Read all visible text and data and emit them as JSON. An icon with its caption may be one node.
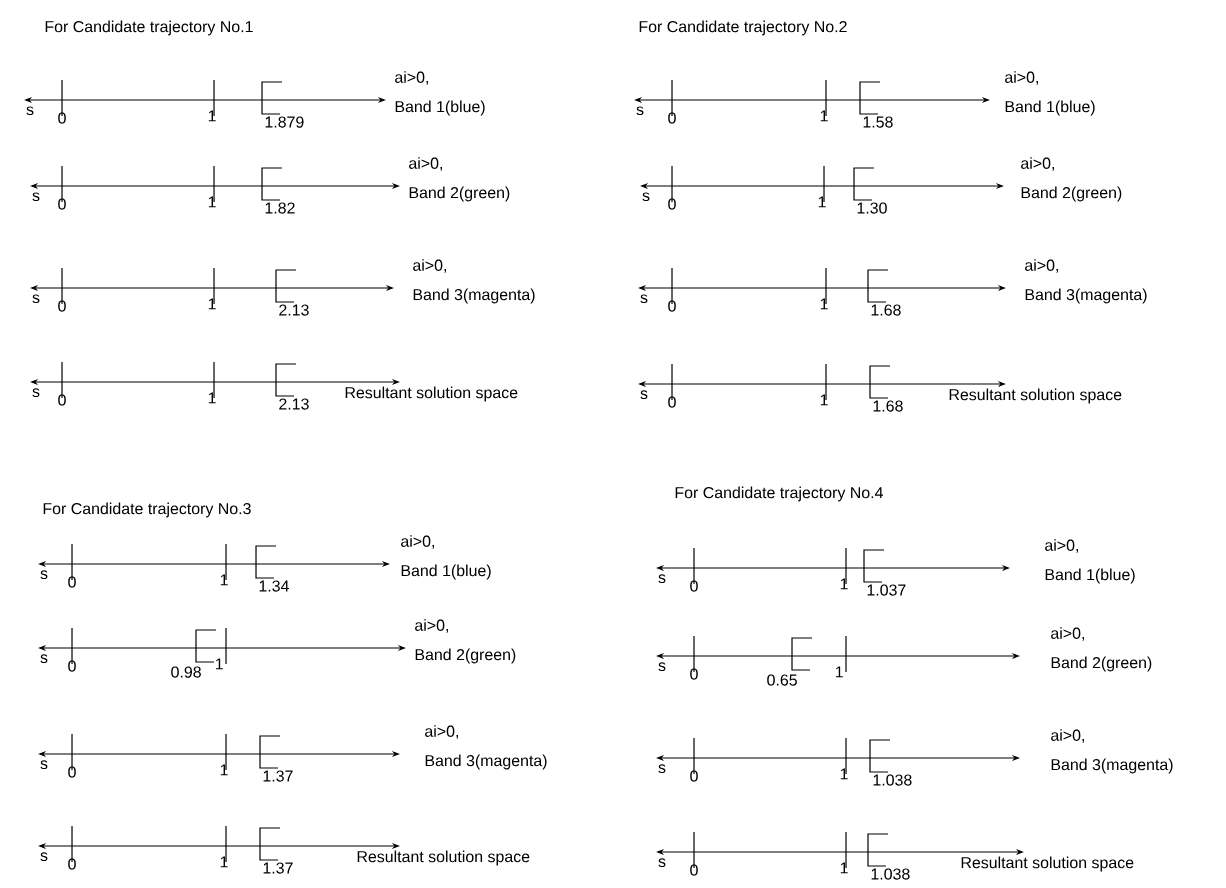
{
  "diagram": {
    "labels": [
      "For Candidate trajectory No.1",
      "ai>0,",
      "Band 1(blue)",
      "s",
      "0",
      "1",
      "1.879",
      "ai>0,",
      "Band 2(green)",
      "s",
      "0",
      "1",
      "1.82",
      "ai>0,",
      "Band 3(magenta)",
      "s",
      "0",
      "1",
      "2.13",
      "Resultant solution space",
      "s",
      "0",
      "1",
      "2.13",
      "For Candidate trajectory No.2",
      "ai>0,",
      "Band 1(blue)",
      "s",
      "0",
      "1",
      "1.58",
      "ai>0,",
      "Band 2(green)",
      "s",
      "0",
      "1",
      "1.30",
      "ai>0,",
      "Band 3(magenta)",
      "s",
      "0",
      "1",
      "1.68",
      "Resultant solution space",
      "s",
      "0",
      "1",
      "1.68",
      "For Candidate trajectory No.3",
      "ai>0,",
      "Band 1(blue)",
      "s",
      "0",
      "1",
      "1.34",
      "ai>0,",
      "Band 2(green)",
      "s",
      "0",
      "1",
      "0.98",
      "ai>0,",
      "Band 3(magenta)",
      "s",
      "0",
      "1",
      "1.37",
      "Resultant solution space",
      "s",
      "0",
      "1",
      "1.37",
      "For Candidate trajectory No.4",
      "ai>0,",
      "Band 1(blue)",
      "s",
      "0",
      "1",
      "1.037",
      "ai>0,",
      "Band 2(green)",
      "s",
      "0",
      "1",
      "0.65",
      "ai>0,",
      "Band 3(magenta)",
      "s",
      "0",
      "1",
      "1.038",
      "Resultant solution space",
      "s",
      "0",
      "1",
      "1.038"
    ]
  }
}
